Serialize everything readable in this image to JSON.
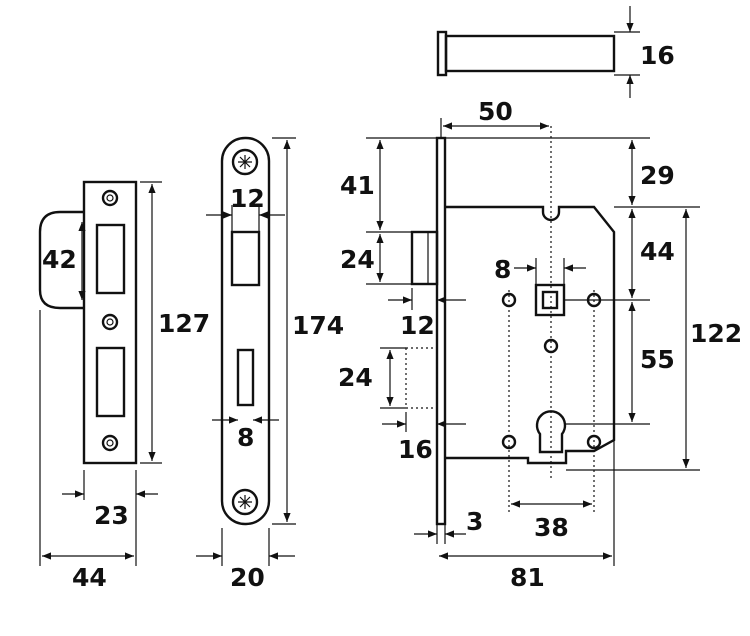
{
  "dimensions": {
    "strike_plate": {
      "lip_height": "42",
      "height": "127",
      "width": "23",
      "overall_width": "44"
    },
    "forend": {
      "slot_width": "12",
      "height": "174",
      "latch_slot_width": "8",
      "width": "20"
    },
    "cylinder_pin": {
      "diameter": "16"
    },
    "lock_body": {
      "backset": "50",
      "top_offset": "29",
      "to_follower": "44",
      "follower_to_cylinder": "55",
      "body_height": "122",
      "latch_offset": "41",
      "latch_height": "24",
      "latch_projection": "12",
      "deadbolt_height": "24",
      "deadbolt_projection": "16",
      "spindle_square": "8",
      "forend_thickness": "3",
      "fixing_centers": "38",
      "case_depth": "81"
    }
  },
  "colors": {
    "line": "#111111",
    "background": "#ffffff"
  }
}
